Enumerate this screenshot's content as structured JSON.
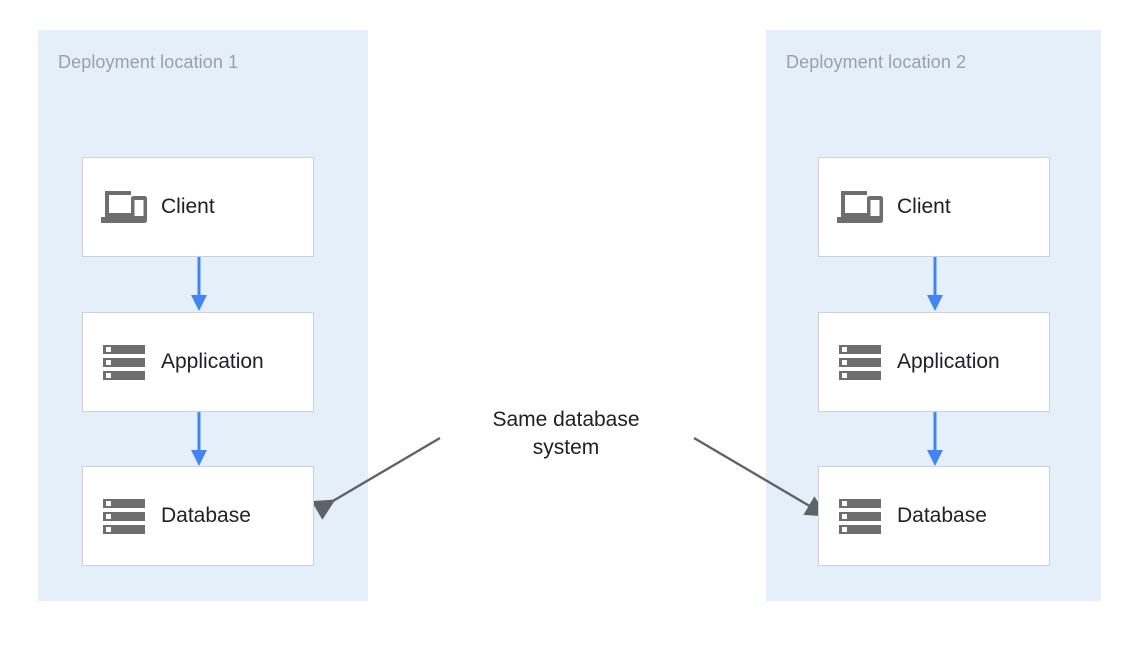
{
  "diagram": {
    "type": "deployment-architecture",
    "colors": {
      "zone_background": "#E5EFF9",
      "node_background": "#FFFFFF",
      "node_border": "#C9D2DB",
      "flow_arrow": "#4285F4",
      "annotation_arrow": "#5F6368",
      "zone_label_text": "#9AA0A6",
      "node_label_text": "#202124"
    },
    "zones": [
      {
        "id": "zone-1",
        "label": "Deployment location 1",
        "nodes": [
          {
            "id": "client-1",
            "label": "Client",
            "icon": "devices-icon"
          },
          {
            "id": "application-1",
            "label": "Application",
            "icon": "server-rack-icon"
          },
          {
            "id": "database-1",
            "label": "Database",
            "icon": "server-rack-icon"
          }
        ],
        "flows": [
          {
            "from": "Client",
            "to": "Application"
          },
          {
            "from": "Application",
            "to": "Database"
          }
        ]
      },
      {
        "id": "zone-2",
        "label": "Deployment location 2",
        "nodes": [
          {
            "id": "client-2",
            "label": "Client",
            "icon": "devices-icon"
          },
          {
            "id": "application-2",
            "label": "Application",
            "icon": "server-rack-icon"
          },
          {
            "id": "database-2",
            "label": "Database",
            "icon": "server-rack-icon"
          }
        ],
        "flows": [
          {
            "from": "Client",
            "to": "Application"
          },
          {
            "from": "Application",
            "to": "Database"
          }
        ]
      }
    ],
    "annotation": {
      "line1": "Same database",
      "line2": "system",
      "points_to": [
        "database-1",
        "database-2"
      ]
    }
  }
}
